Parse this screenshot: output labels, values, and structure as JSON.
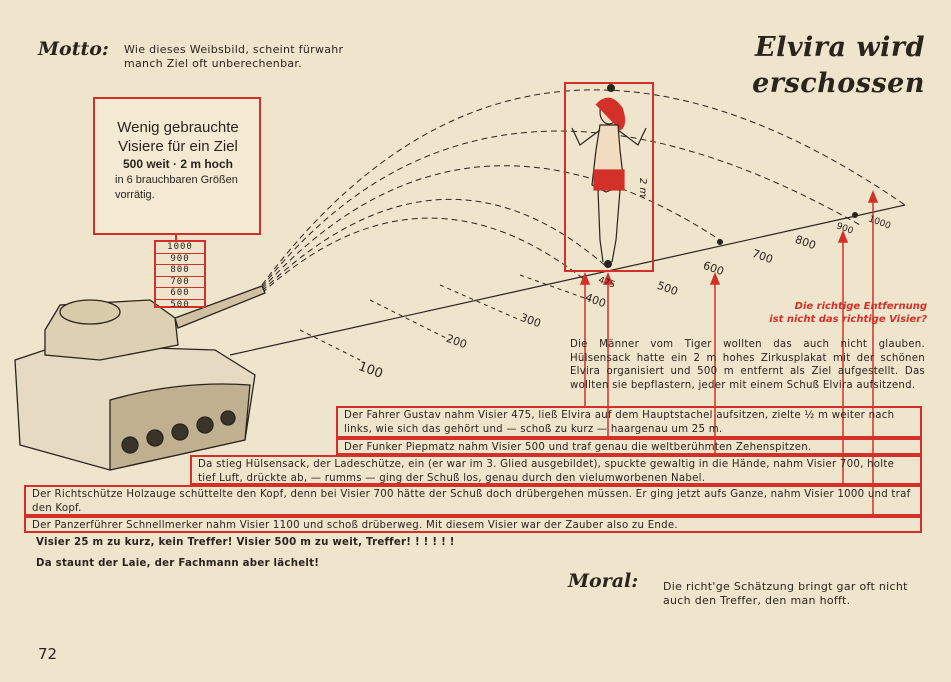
{
  "motto": {
    "label": "Motto:",
    "text": "Wie dieses Weibsbild, scheint fürwahr manch Ziel oft unberechenbar."
  },
  "title": "Elvira wird erschossen",
  "sign": {
    "line1": "Wenig gebrauchte Visiere für ein Ziel",
    "line2": "500 weit · 2 m hoch",
    "line3": "in 6 brauchbaren Größen vorrätig."
  },
  "rack": [
    "1000",
    "900",
    "800",
    "700",
    "600",
    "500"
  ],
  "distances": {
    "d100": "100",
    "d200": "200",
    "d300": "300",
    "d400": "400",
    "d475": "475",
    "d500": "500",
    "d600": "600",
    "d700": "700",
    "d800": "800",
    "d900": "900",
    "d1000": "1000"
  },
  "target_label": "2 m",
  "red_note": {
    "line1": "Die richtige Entfernung",
    "line2": "ist nicht das richtige Visier?"
  },
  "story": "Die Männer vom Tiger wollten das auch nicht glauben. Hülsensack hatte ein 2 m hohes Zirkusplakat mit der schönen Elvira organisiert und 500 m entfernt als Ziel aufgestellt. Das wollten sie bepflastern, jeder mit einem Schuß Elvira aufsitzend.",
  "rows": [
    "Der Fahrer Gustav nahm Visier 475, ließ Elvira auf dem Hauptstachel aufsitzen, zielte ½ m weiter nach links, wie sich das gehört und — schoß zu kurz — haargenau um 25 m.",
    "Der Funker Piepmatz nahm Visier 500 und traf genau die weltberühmten Zehenspitzen.",
    "Da stieg Hülsensack, der Ladeschütze, ein (er war im 3. Glied ausgebildet), spuckte gewaltig in die Hände, nahm Visier 700, holte tief Luft, drückte ab, — rumms — ging der Schuß los, genau durch den vielumworbenen Nabel.",
    "Der Richtschütze Holzauge schüttelte den Kopf, denn bei Visier 700 hätte der Schuß doch drübergehen müssen. Er ging jetzt aufs Ganze, nahm Visier 1000 und traf den Kopf.",
    "Der Panzerführer Schnellmerker nahm Visier 1100 und schoß drüberweg. Mit diesem Visier war der Zauber also zu Ende."
  ],
  "line6": "Visier 25 m zu kurz, kein Treffer! Visier 500 m zu weit, Treffer! ! ! ! ! !",
  "line7": "Da staunt der Laie, der Fachmann aber lächelt!",
  "moral": {
    "label": "Moral:",
    "text": "Die richt'ge Schätzung bringt gar oft nicht auch den Treffer, den man hofft."
  },
  "page_number": "72",
  "colors": {
    "paper": "#efe4cc",
    "ink": "#2a241d",
    "accent_red": "#d4302a"
  }
}
